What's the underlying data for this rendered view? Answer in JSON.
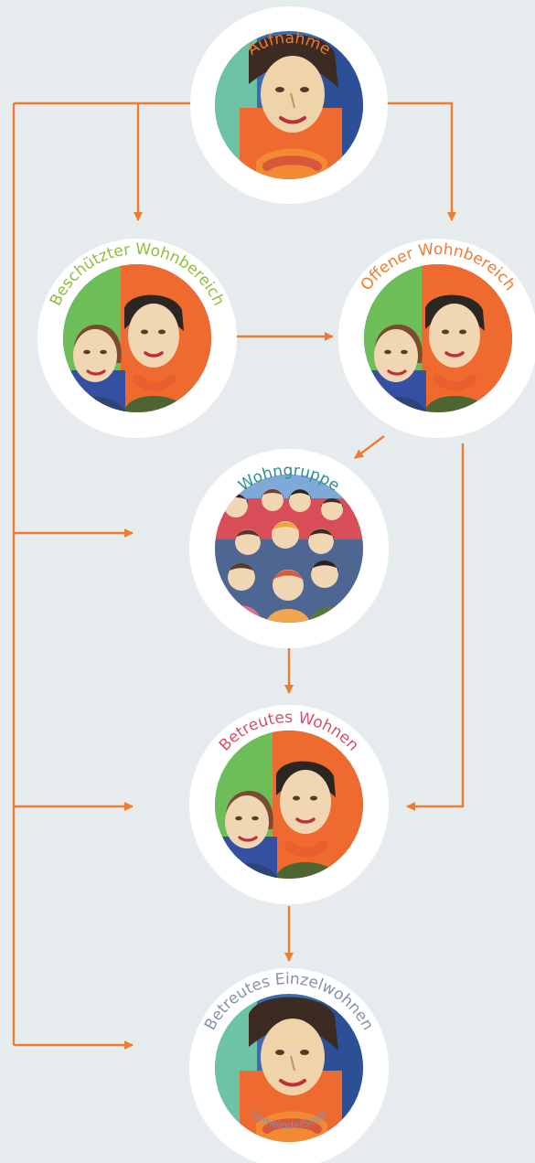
{
  "colors": {
    "background": "#e6ecee",
    "arrow": "#ef7b2f",
    "circle_border": "#ffffff",
    "orange_label": "#ef7b2f",
    "green_label": "#8dbf3f",
    "teal_label": "#2f8f8c",
    "pink_label": "#d94f6a",
    "slate_label": "#8493ad"
  },
  "nodes": [
    {
      "id": "aufnahme",
      "label": "Aufnahme",
      "label_color": "#ef7b2f",
      "illustration": "single-child-portrait"
    },
    {
      "id": "beschuetzter",
      "label": "Beschützter Wohnbereich",
      "label_color": "#8dbf3f",
      "illustration": "two-children-portrait"
    },
    {
      "id": "offener",
      "label": "Offener Wohnbereich",
      "label_color": "#ef7b2f",
      "illustration": "two-children-portrait"
    },
    {
      "id": "wohngruppe",
      "label": "Wohngruppe",
      "label_color": "#2f8f8c",
      "illustration": "group-portrait"
    },
    {
      "id": "betreutes",
      "label": "Betreutes Wohnen",
      "label_color": "#d94f6a",
      "illustration": "two-children-portrait"
    },
    {
      "id": "einzel",
      "label": "Betreutes Einzelwohnen",
      "label_color": "#8493ad",
      "illustration": "single-child-portrait",
      "bottom_label": "Gemeinde/Stadt"
    }
  ]
}
